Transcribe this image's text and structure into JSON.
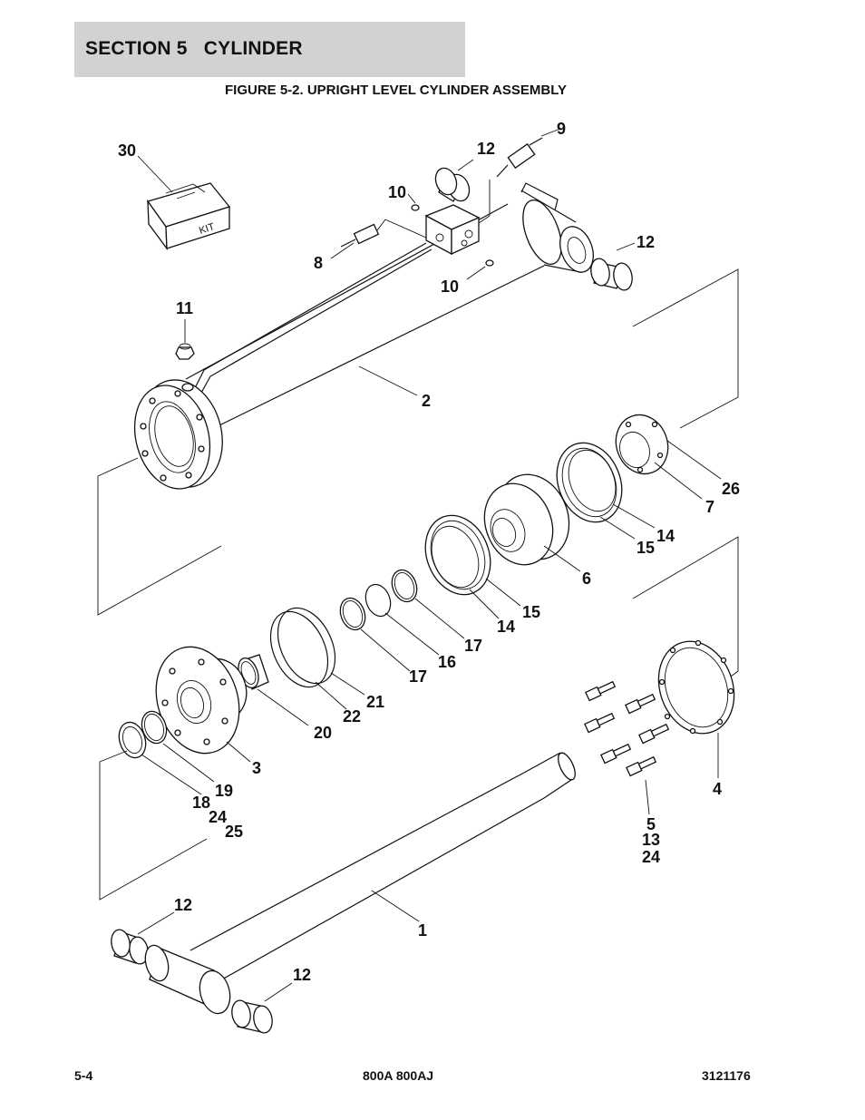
{
  "header": {
    "section_title": "SECTION 5   CYLINDER",
    "figure_title": "FIGURE 5-2. UPRIGHT LEVEL CYLINDER ASSEMBLY"
  },
  "kit_label": "KIT",
  "callouts": {
    "c30": "30",
    "c9": "9",
    "c12a": "12",
    "c10a": "10",
    "c12b": "12",
    "c8": "8",
    "c10b": "10",
    "c11": "11",
    "c2": "2",
    "c26": "26",
    "c7": "7",
    "c14a": "14",
    "c15a": "15",
    "c6": "6",
    "c15b": "15",
    "c14b": "14",
    "c17a": "17",
    "c16": "16",
    "c17b": "17",
    "c21": "21",
    "c22": "22",
    "c20": "20",
    "c3": "3",
    "c19": "19",
    "c18": "18",
    "c24a": "24",
    "c25": "25",
    "c4": "4",
    "c5": "5",
    "c13": "13",
    "c24b": "24",
    "c12c": "12",
    "c1": "1",
    "c12d": "12"
  },
  "footer": {
    "page": "5-4",
    "model": "800A 800AJ",
    "doc_number": "3121176"
  }
}
